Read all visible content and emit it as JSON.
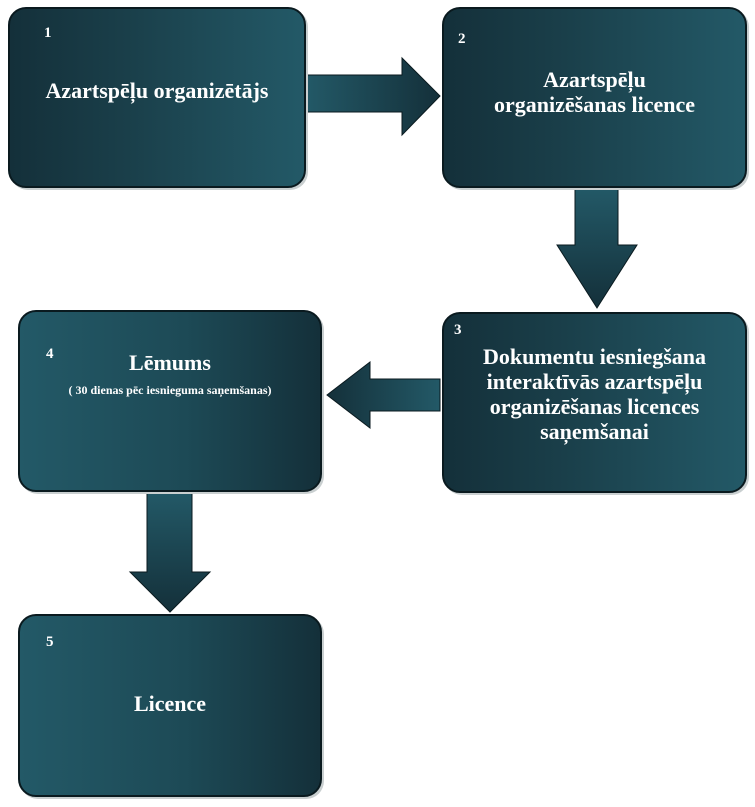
{
  "steps": [
    {
      "number": "1",
      "title": "Azartspēļu organizētājs"
    },
    {
      "number": "2",
      "title": "Azartspēļu organizēšanas licence"
    },
    {
      "number": "3",
      "title": "Dokumentu iesniegšana interaktīvās azartspēļu organizēšanas licences saņemšanai"
    },
    {
      "number": "4",
      "title": "Lēmums",
      "subtitle": "( 30 dienas pēc iesnieguma saņemšanas)"
    },
    {
      "number": "5",
      "title": "Licence"
    }
  ],
  "colors": {
    "dark": "#14303a",
    "light": "#235967"
  }
}
